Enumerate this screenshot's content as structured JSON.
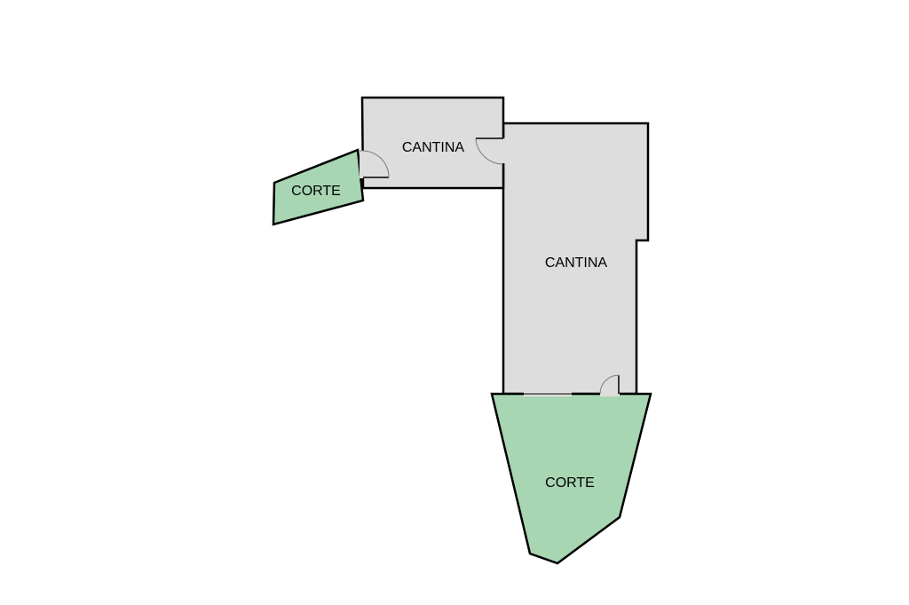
{
  "floor_plan": {
    "rooms": [
      {
        "id": "cantina-upper",
        "label": "CANTINA",
        "type": "cellar"
      },
      {
        "id": "cantina-main",
        "label": "CANTINA",
        "type": "cellar"
      },
      {
        "id": "corte-left",
        "label": "CORTE",
        "type": "courtyard"
      },
      {
        "id": "corte-bottom",
        "label": "CORTE",
        "type": "courtyard"
      }
    ],
    "colors": {
      "cellar_fill": "#dddddd",
      "courtyard_fill": "#a8d5b2",
      "wall": "#000000",
      "door_arc": "#7a7a7a"
    }
  }
}
